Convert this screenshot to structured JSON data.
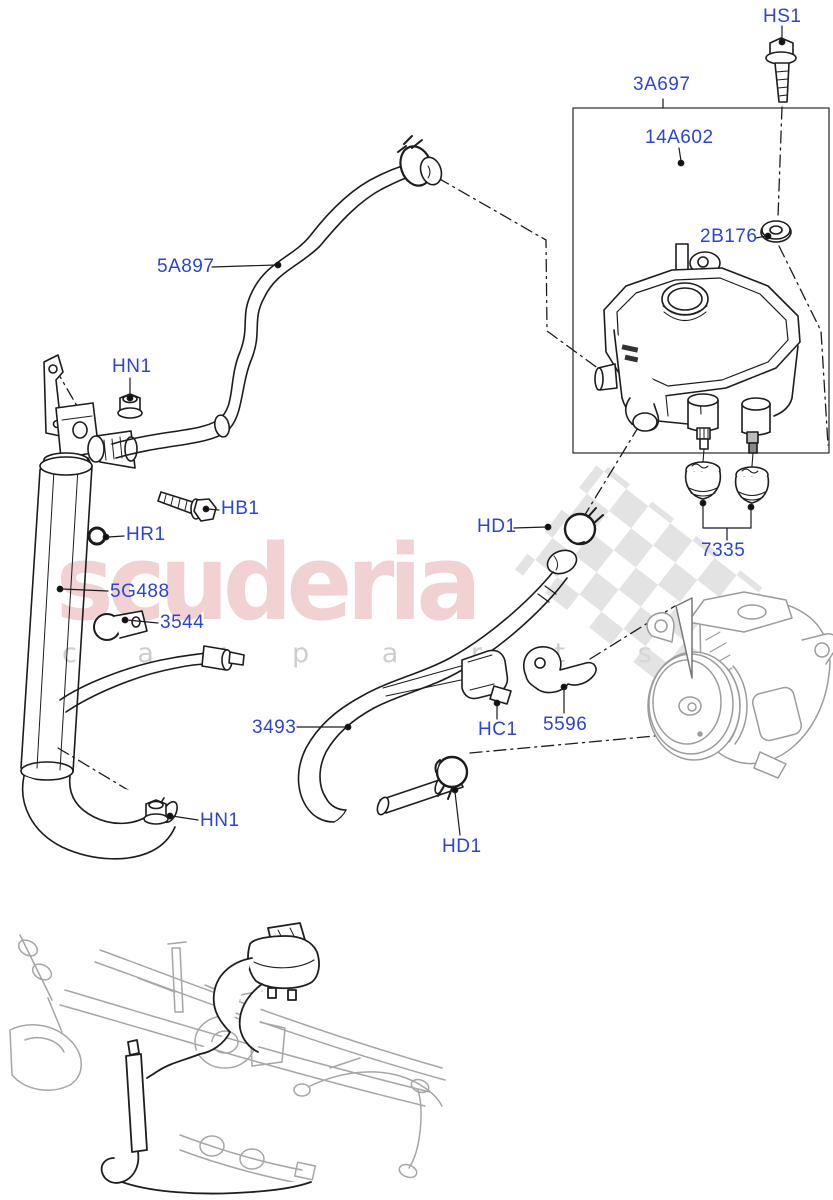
{
  "watermark": {
    "brand": "scuderia",
    "tagline_left": "c a r",
    "tagline_right": "p a r t s"
  },
  "colors": {
    "label_blue": "#2b43dd",
    "line_dark": "#1c1c1c",
    "line_gray": "#a0a0a0",
    "checker_gray": "#dadada",
    "watermark_pink": "#eec6c6",
    "watermark_gray": "#c9c9c9"
  },
  "labels": [
    {
      "id": "hs1",
      "text": "HS1"
    },
    {
      "id": "box",
      "text": "3A697"
    },
    {
      "id": "cap",
      "text": "14A602"
    },
    {
      "id": "washer",
      "text": "2B176"
    },
    {
      "id": "hose-upper",
      "text": "5A897"
    },
    {
      "id": "nut-top",
      "text": "HN1"
    },
    {
      "id": "bolt",
      "text": "HB1"
    },
    {
      "id": "oring",
      "text": "HR1"
    },
    {
      "id": "clamp-upper",
      "text": "HD1"
    },
    {
      "id": "cooler",
      "text": "5G488"
    },
    {
      "id": "clip",
      "text": "3544"
    },
    {
      "id": "filters",
      "text": "7335"
    },
    {
      "id": "hose-lower",
      "text": "3493"
    },
    {
      "id": "connector",
      "text": "HC1"
    },
    {
      "id": "bracket",
      "text": "5596"
    },
    {
      "id": "clamp-lower",
      "text": "HD1"
    },
    {
      "id": "nut-bottom",
      "text": "HN1"
    }
  ]
}
